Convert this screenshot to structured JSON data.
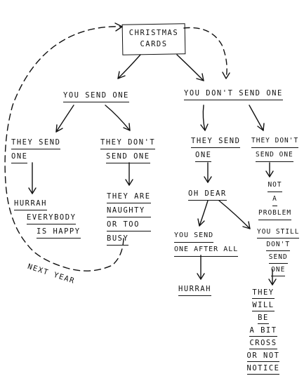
{
  "nodes": {
    "root": [
      "CHRISTMAS",
      "CARDS"
    ],
    "send": [
      "YOU SEND ONE"
    ],
    "dont_send": [
      "YOU DON'T SEND ONE"
    ],
    "they_send_a": [
      "THEY SEND",
      "ONE"
    ],
    "they_dont_a": [
      "THEY DON'T",
      "SEND ONE"
    ],
    "hurrah_a": [
      "HURRAH",
      "EVERYBODY",
      "IS HAPPY"
    ],
    "naughty": [
      "THEY ARE",
      "NAUGHTY",
      "OR TOO",
      "BUSY"
    ],
    "they_send_b": [
      "THEY SEND",
      "ONE"
    ],
    "they_dont_b": [
      "THEY DON'T",
      "SEND ONE"
    ],
    "oh_dear": [
      "OH DEAR"
    ],
    "not_problem": [
      "NOT",
      "A",
      "PROBLEM"
    ],
    "send_after": [
      "YOU SEND",
      "ONE AFTER ALL"
    ],
    "still_dont": [
      "YOU STILL",
      "DON'T",
      "SEND",
      "ONE"
    ],
    "hurrah_b": [
      "HURRAH"
    ],
    "cross": [
      "THEY",
      "WILL",
      "BE",
      "A BIT",
      "CROSS",
      "OR NOT",
      "NOTICE"
    ]
  },
  "loop_label": "NEXT YEAR"
}
